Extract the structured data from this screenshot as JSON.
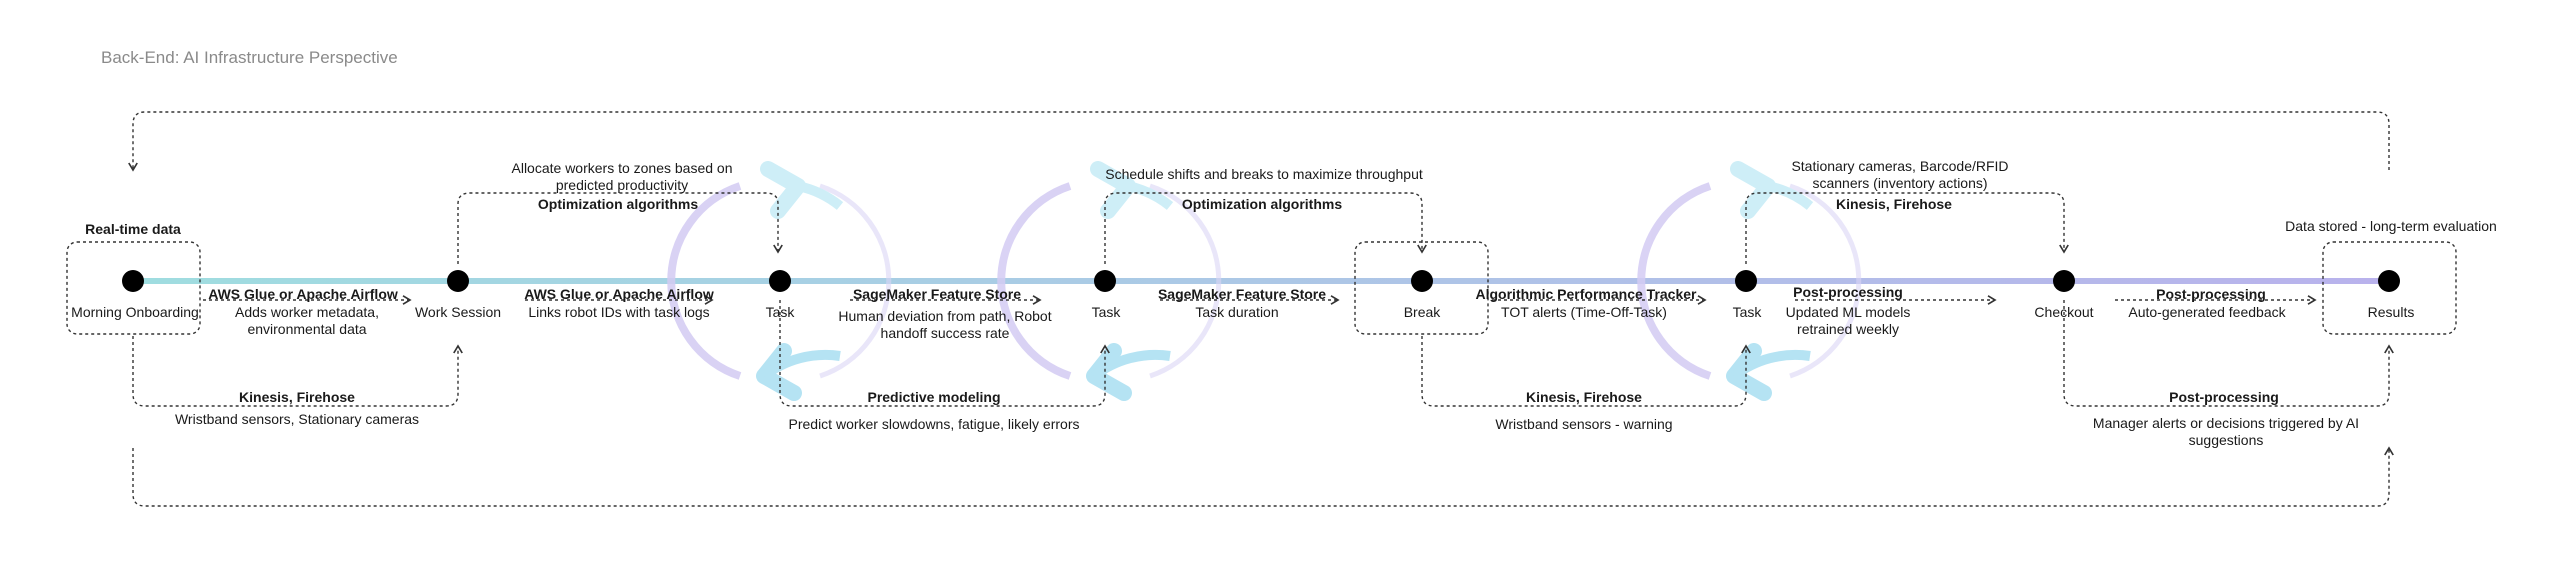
{
  "title": "Back-End: AI Infrastructure Perspective",
  "nodes": {
    "morning_onboarding": "Morning Onboarding",
    "work_session": "Work Session",
    "task_1": "Task",
    "task_2": "Task",
    "break": "Break",
    "task_3": "Task",
    "checkout": "Checkout",
    "results": "Results"
  },
  "stages": {
    "realtime_data": "Real-time data",
    "onboarding_to_work": {
      "tool": "AWS Glue or Apache Airflow",
      "desc_line1": "Adds worker metadata,",
      "desc_line2": "environmental data"
    },
    "work_to_task": {
      "tool": "AWS Glue or Apache Airflow",
      "desc": "Links robot IDs with task logs"
    },
    "task1_to_task2": {
      "tool": "SageMaker Feature Store",
      "desc_line1": "Human deviation from path, Robot",
      "desc_line2": "handoff success rate"
    },
    "task2_to_break": {
      "tool": "SageMaker Feature Store",
      "desc": "Task duration"
    },
    "break_to_task3": {
      "tool": "Algorithmic Performance Tracker",
      "desc": "TOT alerts (Time-Off-Task)"
    },
    "task3_to_checkout": {
      "tool": "Post-processing",
      "desc_line1": "Updated ML models",
      "desc_line2": "retrained weekly"
    },
    "checkout_to_results": {
      "tool": "Post-processing",
      "desc": "Auto-generated feedback"
    },
    "data_stored": "Data stored - long-term evaluation"
  },
  "loops_above": {
    "allocate": {
      "line1": "Allocate workers to zones based on",
      "line2": "predicted productivity",
      "tool": "Optimization algorithms"
    },
    "schedule": {
      "line1": "Schedule shifts and breaks to maximize throughput",
      "tool": "Optimization algorithms"
    },
    "stationary": {
      "line1": "Stationary cameras, Barcode/RFID",
      "line2": "scanners (inventory actions)",
      "tool": "Kinesis, Firehose"
    }
  },
  "loops_below": {
    "wristband": {
      "tool": "Kinesis, Firehose",
      "desc": "Wristband sensors, Stationary cameras"
    },
    "predictive": {
      "tool": "Predictive modeling",
      "desc": "Predict worker slowdowns, fatigue, likely errors"
    },
    "warning": {
      "tool": "Kinesis, Firehose",
      "desc": "Wristband sensors - warning"
    },
    "manager": {
      "tool": "Post-processing",
      "desc_line1": "Manager alerts or decisions triggered by AI",
      "desc_line2": "suggestions"
    }
  },
  "colors": {
    "timeline_start": "#9fdde0",
    "timeline_end": "#b9b2ec",
    "arrow_cyan": "#a6e3f0",
    "arrow_violet": "#c9c0f2",
    "node": "#000000",
    "dotted": "#333333",
    "title": "#8a8a8a"
  },
  "icons": {
    "cycle": "circular-refresh-arrow-icon",
    "node": "filled-circle-icon"
  }
}
